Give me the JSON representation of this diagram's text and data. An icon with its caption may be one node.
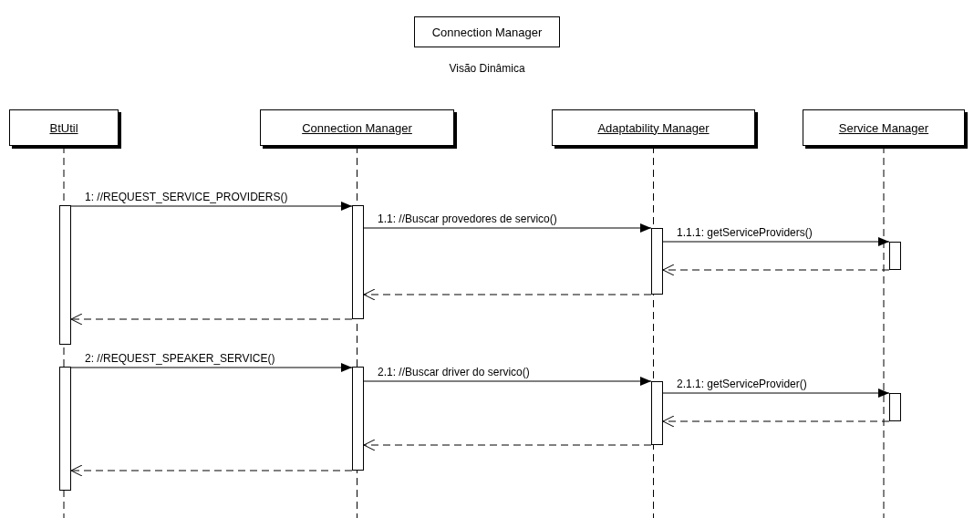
{
  "diagram": {
    "title": "Connection Manager",
    "nodes": [
      {
        "text": [
          "BtUtil"
        ]
      },
      {
        "text": [
          "Connection Manager"
        ]
      },
      {
        "text": [
          "Adaptability Manager"
        ]
      },
      {
        "text": [
          "Service Manager"
        ]
      },
      {
        "text": [],
        "shape": "bar"
      },
      {
        "text": [],
        "shape": "bar"
      },
      {
        "text": [],
        "shape": "bar"
      },
      {
        "text": [],
        "shape": "bar"
      },
      {
        "text": [],
        "shape": "bar"
      },
      {
        "text": [],
        "shape": "bar"
      },
      {
        "text": [],
        "shape": "bar"
      },
      {
        "text": [],
        "shape": "bar"
      }
    ],
    "edges": [
      {
        "from": 4,
        "to": 5,
        "arrow": "to",
        "label": "1: //REQUEST_SERVICE_PROVIDERS()"
      },
      {
        "from": 5,
        "to": 6,
        "arrow": "to",
        "label": "1.1: //Buscar provedores de servico()"
      },
      {
        "from": 6,
        "to": 7,
        "arrow": "to",
        "label": "1.1.1: getServiceProviders()"
      },
      {
        "from": 7,
        "to": 6,
        "arrow": "to",
        "style": "dashed"
      },
      {
        "from": 6,
        "to": 5,
        "arrow": "to",
        "style": "dashed"
      },
      {
        "from": 5,
        "to": 4,
        "arrow": "to",
        "style": "dashed"
      },
      {
        "from": 8,
        "to": 9,
        "arrow": "to",
        "label": "2: //REQUEST_SPEAKER_SERVICE()"
      },
      {
        "from": 9,
        "to": 10,
        "arrow": "to",
        "label": "2.1: //Buscar driver do servico()"
      },
      {
        "from": 10,
        "to": 11,
        "arrow": "to",
        "label": "2.1.1: getServiceProvider()"
      },
      {
        "from": 11,
        "to": 10,
        "arrow": "to",
        "style": "dashed"
      },
      {
        "from": 10,
        "to": 9,
        "arrow": "to",
        "style": "dashed"
      },
      {
        "from": 9,
        "to": 8,
        "arrow": "to",
        "style": "dashed"
      }
    ],
    "labels": [
      "Visão Dinâmica"
    ]
  }
}
